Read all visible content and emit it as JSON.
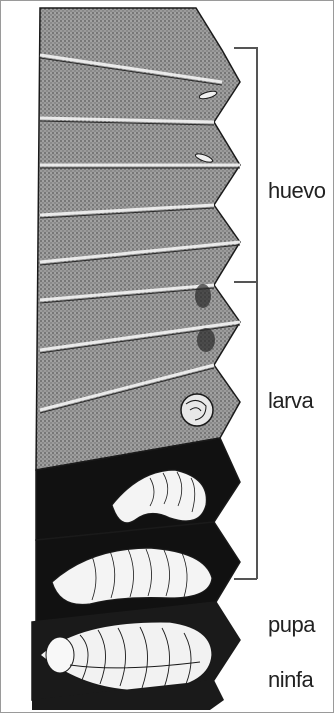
{
  "labels": {
    "egg": "huevo",
    "larva": "larva",
    "pupa": "pupa",
    "nymph": "ninfa"
  },
  "colors": {
    "stipple": "#8d8d8d",
    "dark_cell": "#111111",
    "larva_body": "#f4f4f4",
    "outline": "#1a1a1a",
    "bracket": "#555555"
  }
}
